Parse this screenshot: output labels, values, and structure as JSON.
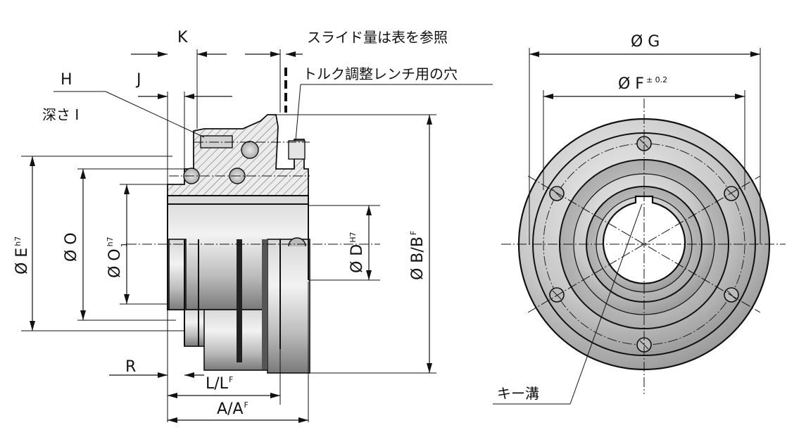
{
  "labels": {
    "k": "K",
    "h": "H",
    "j": "J",
    "depth": "深さ I",
    "slide": "スライド量は表を参照",
    "wrench_hole": "トルク調整レンチ用の穴",
    "e_main": "Ø E",
    "e_sup": "h7",
    "o": "Ø O",
    "o1_main": "Ø O",
    "o1_sub": "1",
    "o1_sup": "h7",
    "d_main": "Ø D",
    "d_sup": "H7",
    "b_main": "Ø B/B",
    "b_sup": "F",
    "r": "R",
    "l_main": "L/L",
    "l_sup": "F",
    "a_main": "A/A",
    "a_sup": "F",
    "g": "Ø G",
    "f_main": "Ø  F",
    "f_sup": "± 0.2",
    "keyway": "キー溝"
  }
}
